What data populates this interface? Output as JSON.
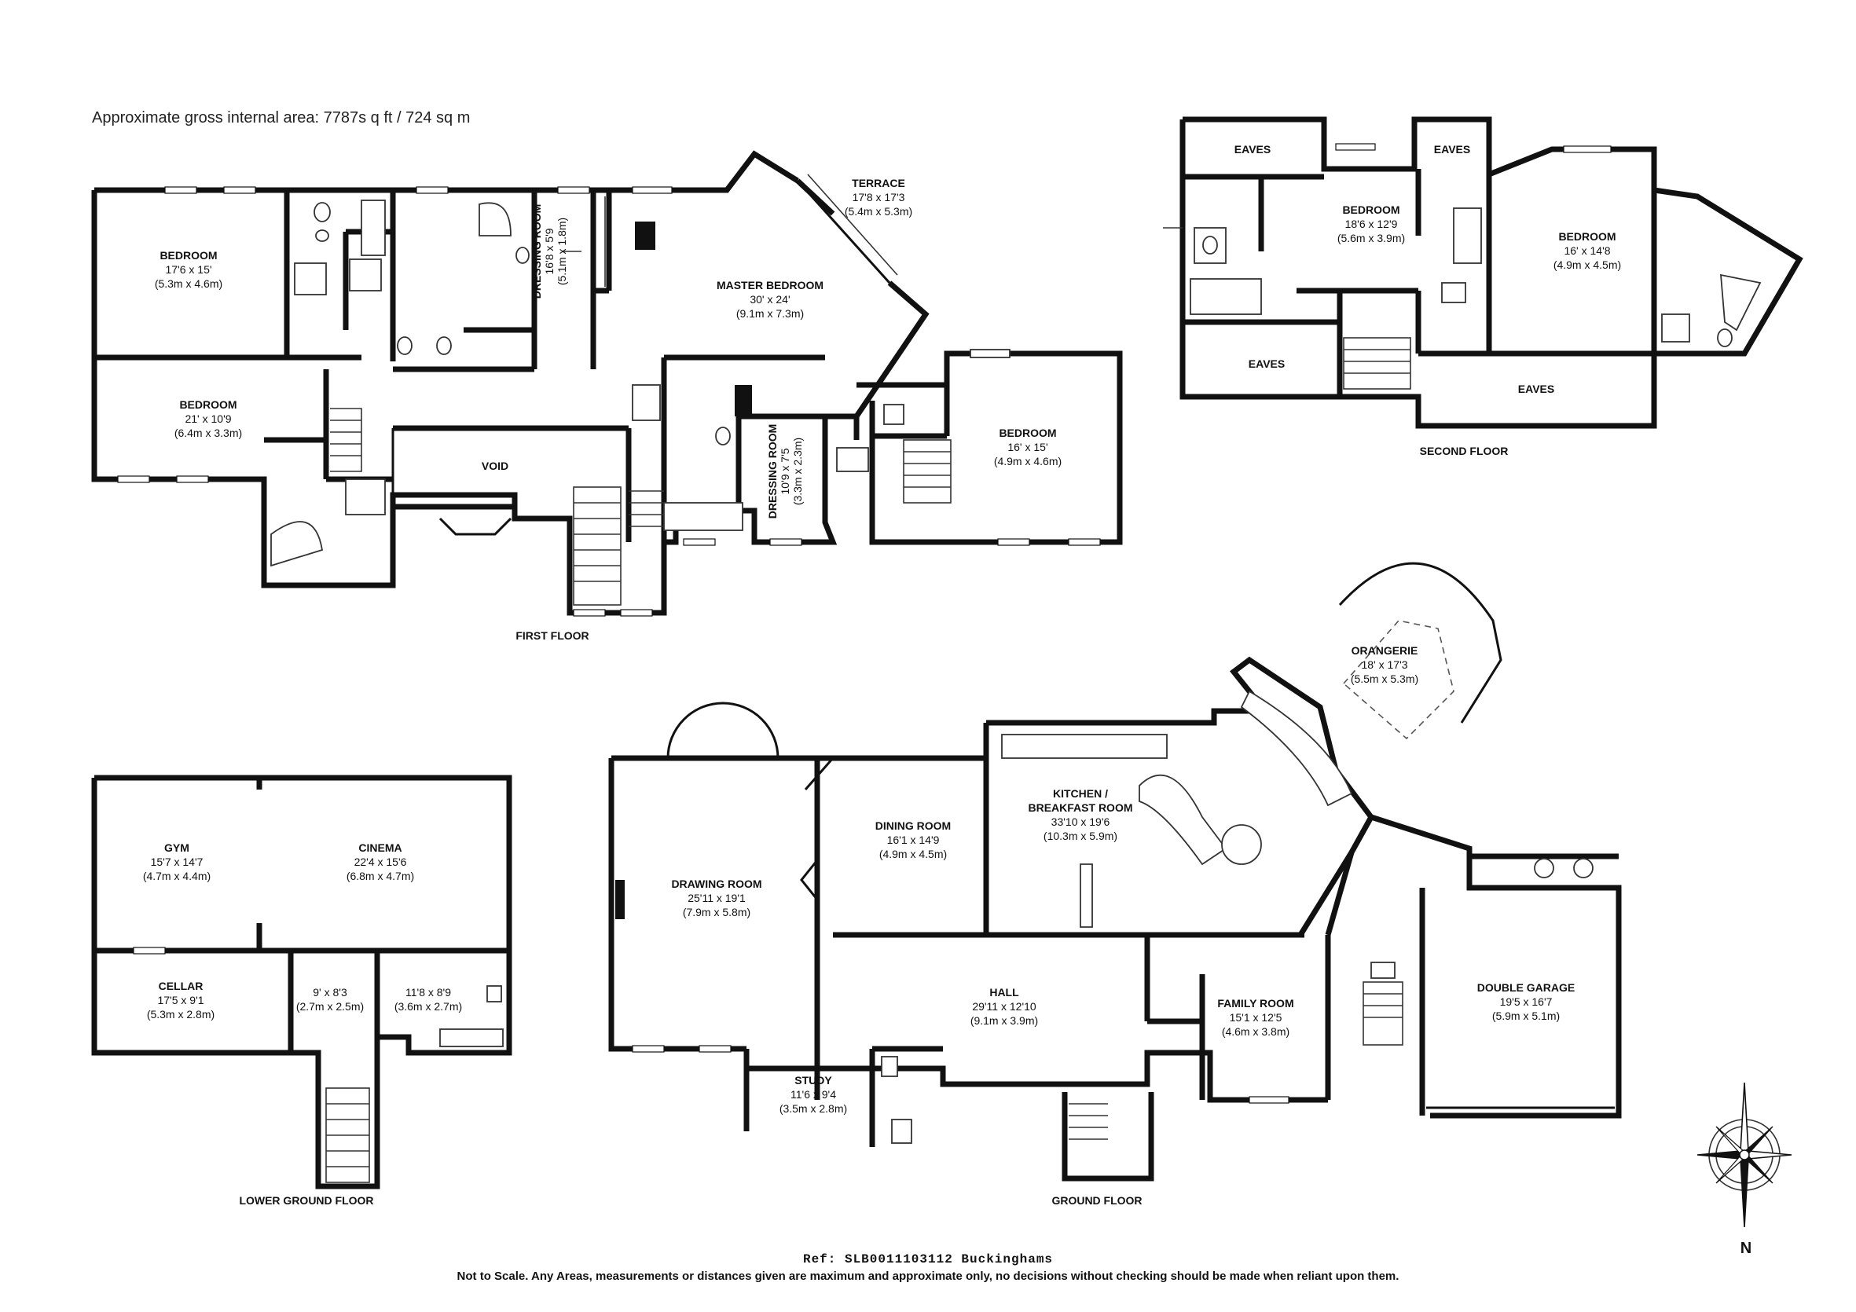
{
  "header": {
    "area": "Approximate gross internal area: 7787s q ft / 724 sq m"
  },
  "floors": {
    "first": "FIRST FLOOR",
    "second": "SECOND FLOOR",
    "ground": "GROUND FLOOR",
    "lower": "LOWER GROUND FLOOR"
  },
  "rooms": {
    "ff_bed1": {
      "name": "BEDROOM",
      "imp": "17'6 x 15'",
      "met": "(5.3m x 4.6m)"
    },
    "ff_bed2": {
      "name": "BEDROOM",
      "imp": "21' x 10'9",
      "met": "(6.4m x 3.3m)"
    },
    "ff_dress1": {
      "name": "DRESSING ROOM",
      "imp": "16'8 x 5'9",
      "met": "(5.1m x 1.8m)"
    },
    "ff_master": {
      "name": "MASTER BEDROOM",
      "imp": "30' x 24'",
      "met": "(9.1m x 7.3m)"
    },
    "ff_terrace": {
      "name": "TERRACE",
      "imp": "17'8 x 17'3",
      "met": "(5.4m x 5.3m)"
    },
    "ff_void": {
      "name": "VOID"
    },
    "ff_dress2": {
      "name": "DRESSING ROOM",
      "imp": "10'9 x 7'5",
      "met": "(3.3m x 2.3m)"
    },
    "ff_bed3": {
      "name": "BEDROOM",
      "imp": "16' x 15'",
      "met": "(4.9m x 4.6m)"
    },
    "sf_eaves1": {
      "name": "EAVES"
    },
    "sf_eaves2": {
      "name": "EAVES"
    },
    "sf_eaves3": {
      "name": "EAVES"
    },
    "sf_eaves4": {
      "name": "EAVES"
    },
    "sf_bed1": {
      "name": "BEDROOM",
      "imp": "18'6 x 12'9",
      "met": "(5.6m x 3.9m)"
    },
    "sf_bed2": {
      "name": "BEDROOM",
      "imp": "16' x 14'8",
      "met": "(4.9m x 4.5m)"
    },
    "gf_orangerie": {
      "name": "ORANGERIE",
      "imp": "18' x 17'3",
      "met": "(5.5m x 5.3m)"
    },
    "gf_kitchen": {
      "name": "KITCHEN /",
      "name2": "BREAKFAST ROOM",
      "imp": "33'10 x 19'6",
      "met": "(10.3m x 5.9m)"
    },
    "gf_dining": {
      "name": "DINING ROOM",
      "imp": "16'1 x 14'9",
      "met": "(4.9m x 4.5m)"
    },
    "gf_drawing": {
      "name": "DRAWING ROOM",
      "imp": "25'11 x 19'1",
      "met": "(7.9m x 5.8m)"
    },
    "gf_hall": {
      "name": "HALL",
      "imp": "29'11 x 12'10",
      "met": "(9.1m x 3.9m)"
    },
    "gf_study": {
      "name": "STUDY",
      "imp": "11'6 x 9'4",
      "met": "(3.5m x 2.8m)"
    },
    "gf_family": {
      "name": "FAMILY ROOM",
      "imp": "15'1 x 12'5",
      "met": "(4.6m x 3.8m)"
    },
    "gf_garage": {
      "name": "DOUBLE GARAGE",
      "imp": "19'5 x 16'7",
      "met": "(5.9m x 5.1m)"
    },
    "lg_gym": {
      "name": "GYM",
      "imp": "15'7 x 14'7",
      "met": "(4.7m x 4.4m)"
    },
    "lg_cinema": {
      "name": "CINEMA",
      "imp": "22'4 x 15'6",
      "met": "(6.8m x 4.7m)"
    },
    "lg_cellar": {
      "name": "CELLAR",
      "imp": "17'5 x 9'1",
      "met": "(5.3m x 2.8m)"
    },
    "lg_store1": {
      "imp": "9' x 8'3",
      "met": "(2.7m x 2.5m)"
    },
    "lg_store2": {
      "imp": "11'8 x 8'9",
      "met": "(3.6m x 2.7m)"
    }
  },
  "compass": {
    "label": "N"
  },
  "footer": {
    "ref": "Ref: SLB0011103112 Buckinghams",
    "disclaimer": "Not to Scale. Any Areas, measurements or distances given are maximum and approximate only, no decisions without checking should be made when reliant upon them."
  }
}
